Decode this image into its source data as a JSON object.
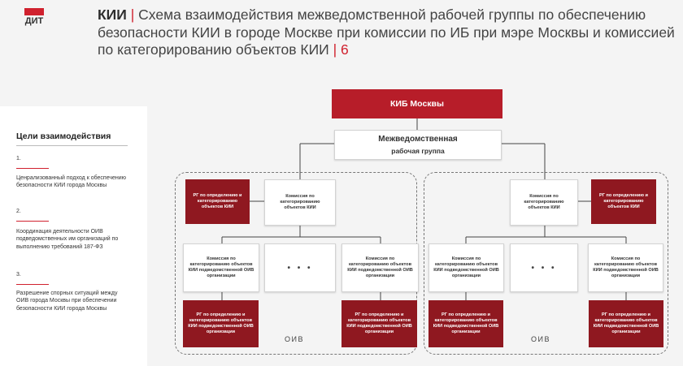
{
  "header": {
    "brand": "КИИ",
    "title_text": "Схема взаимодействия межведомственной рабочей группы по обеспечению безопасности КИИ в городе Москве при комиссии по ИБ при мэре Москвы и комиссией по категорированию объектов КИИ",
    "page_number": "6",
    "logo_text": "ДИТ",
    "accent_color": "#d0212e"
  },
  "goals": {
    "title": "Цели взаимодействия",
    "items": [
      {
        "num": "1.",
        "text": "Ценрализованный подход к обеспечению безопасности КИИ города Москвы"
      },
      {
        "num": "2.",
        "text": "Координация деятельности ОИВ подведомственных им организаций по выполнению требований 187-ФЗ"
      },
      {
        "num": "3.",
        "text": "Разрешение спорных ситуаций между ОИВ города Москвы при обеспечении безопасности КИИ города Москвы"
      }
    ]
  },
  "diagram": {
    "kib": "КИБ Москвы",
    "working_group_line1": "Межведомственная",
    "working_group_line2": "рабочая группа",
    "rg_cat": "РГ по определению и категорированию объектов КИИ",
    "commission_cat": "Комиссия по категорированию объектов КИИ",
    "commission_sub": "Комиссия по категорированию объектов КИИ подведомственной ОИВ организации",
    "rg_sub": "РГ по определению и категорированию объектов КИИ подведомственной ОИВ организации",
    "dots": "• • •",
    "oiv": "ОИВ"
  }
}
